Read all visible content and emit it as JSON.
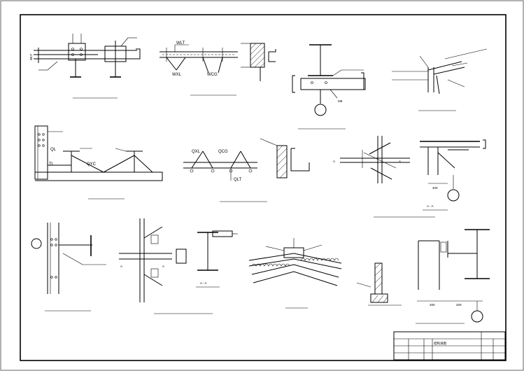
{
  "labels": {
    "pipe_a": "WLT",
    "strut_a": "WXL",
    "strut_b": "WCG",
    "purlin_a": "QL",
    "tie_a": "TL",
    "brace_a": "QYC",
    "purlin_b": "QXL",
    "brace_b": "QCG",
    "tie_b": "QLT",
    "axis_a": "A",
    "section_mark": "A - A",
    "dim_a": "400",
    "dim_b": "200",
    "dim_c": "200",
    "bolt_a": "M8",
    "bolt_b": "M8"
  },
  "title_block": {
    "cell_a": "结构详图"
  }
}
